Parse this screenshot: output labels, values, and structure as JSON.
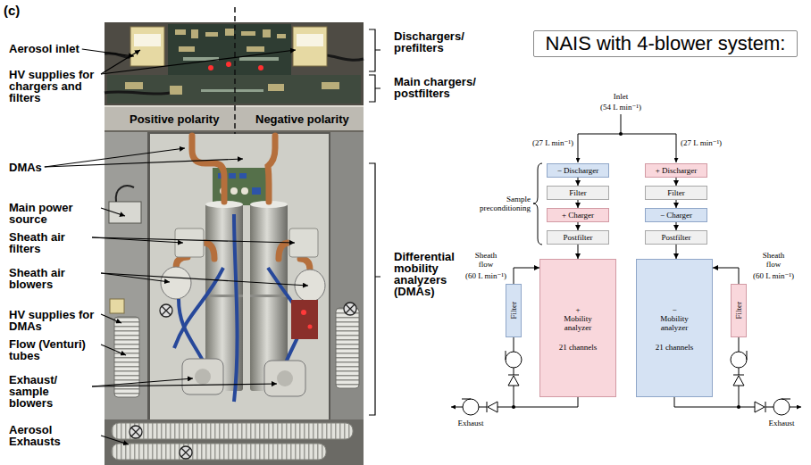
{
  "diagram": {
    "title": "NAIS with 4-blower system:",
    "nodes": [
      {
        "text": [
          "− Discharger"
        ]
      },
      {
        "text": [
          "+ Discharger"
        ]
      },
      {
        "text": [
          "Filter"
        ]
      },
      {
        "text": [
          "Filter"
        ]
      },
      {
        "text": [
          "+ Charger"
        ]
      },
      {
        "text": [
          "− Charger"
        ]
      },
      {
        "text": [
          "Postfilter"
        ]
      },
      {
        "text": [
          "Postfilter"
        ]
      },
      {
        "text": [
          "+ Mobility analyzer",
          "21 channels"
        ]
      },
      {
        "text": [
          "− Mobility analyzer",
          "21 channels"
        ]
      },
      {
        "text": [
          "Filter"
        ]
      },
      {
        "text": [
          "Filter"
        ]
      }
    ],
    "edges": [
      {
        "from": 0,
        "to": 2,
        "arrow": "to"
      },
      {
        "from": 2,
        "to": 4,
        "arrow": "to"
      },
      {
        "from": 4,
        "to": 6,
        "arrow": "to"
      },
      {
        "from": 6,
        "to": 8,
        "arrow": "to"
      },
      {
        "from": 1,
        "to": 3,
        "arrow": "to"
      },
      {
        "from": 3,
        "to": 5,
        "arrow": "to"
      },
      {
        "from": 5,
        "to": 7,
        "arrow": "to"
      },
      {
        "from": 7,
        "to": 9,
        "arrow": "to"
      },
      {
        "from": 10,
        "to": 8,
        "arrow": "to"
      },
      {
        "from": 11,
        "to": 9,
        "arrow": "to"
      }
    ],
    "labels": [
      "(c)",
      "Aerosol inlet",
      "HV supplies for chargers and filters",
      "DMAs",
      "Main power source",
      "Sheath air filters",
      "Sheath air blowers",
      "HV supplies for DMAs",
      "Flow (Venturi) tubes",
      "Exhaust/ sample blowers",
      "Aerosol Exhausts",
      "Positive polarity",
      "Negative polarity",
      "Dischargers/ prefilters",
      "Main chargers/ postfilters",
      "Differential mobility analyzers (DMAs)",
      "Inlet",
      "(54 L min⁻¹)",
      "(27 L min⁻¹)",
      "(27 L min⁻¹)",
      "Sample preconditioning",
      "Sheath flow",
      "(60 L min⁻¹)",
      "Sheath flow",
      "(60 L min⁻¹)",
      "Exhaust",
      "Exhaust"
    ]
  }
}
